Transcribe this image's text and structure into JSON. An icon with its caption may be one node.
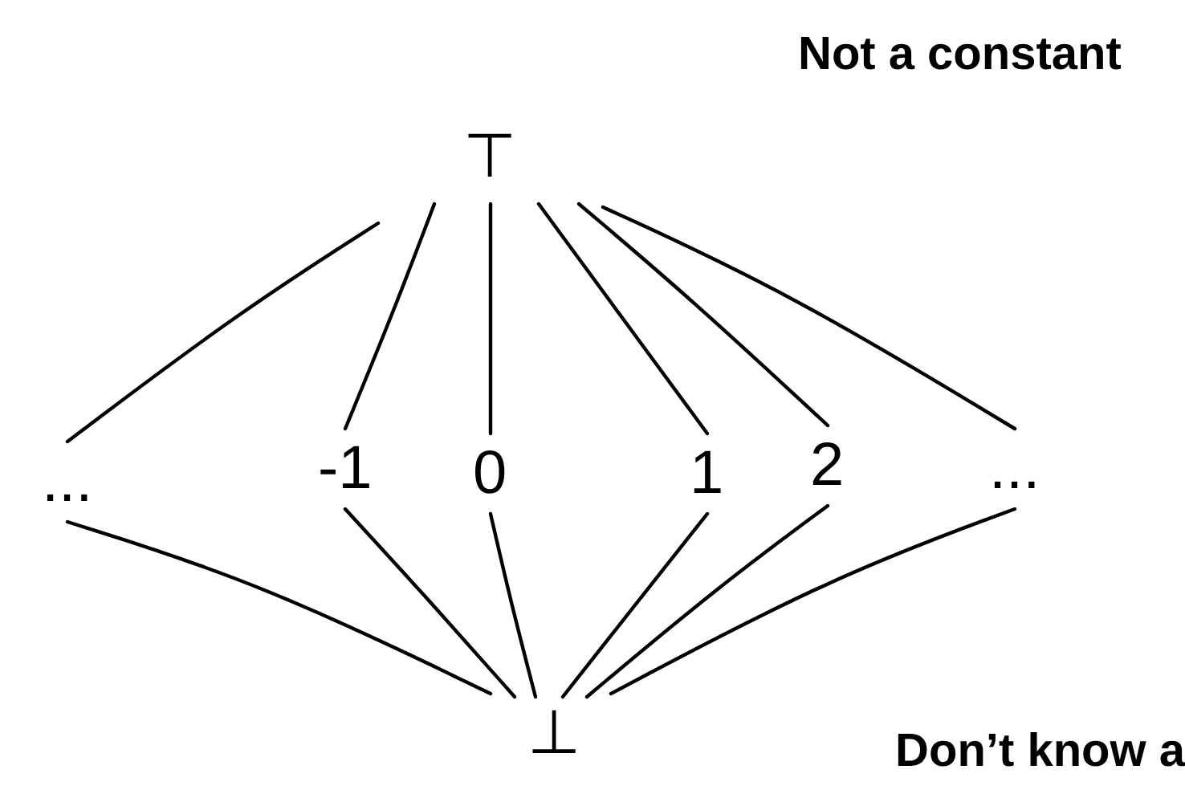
{
  "diagram": {
    "nodes": [
      {
        "text": [
          "⊤"
        ]
      },
      {
        "text": [
          "..."
        ]
      },
      {
        "text": [
          "-1"
        ]
      },
      {
        "text": [
          "0"
        ]
      },
      {
        "text": [
          "1"
        ]
      },
      {
        "text": [
          "2"
        ]
      },
      {
        "text": [
          "..."
        ]
      },
      {
        "text": [
          "⊥"
        ]
      }
    ],
    "edges": [
      {
        "from": 0,
        "to": 1,
        "arrow": "none"
      },
      {
        "from": 0,
        "to": 2,
        "arrow": "none"
      },
      {
        "from": 0,
        "to": 3,
        "arrow": "none"
      },
      {
        "from": 0,
        "to": 4,
        "arrow": "none"
      },
      {
        "from": 0,
        "to": 5,
        "arrow": "none"
      },
      {
        "from": 0,
        "to": 6,
        "arrow": "none"
      },
      {
        "from": 1,
        "to": 7,
        "arrow": "none"
      },
      {
        "from": 2,
        "to": 7,
        "arrow": "none"
      },
      {
        "from": 3,
        "to": 7,
        "arrow": "none"
      },
      {
        "from": 4,
        "to": 7,
        "arrow": "none"
      },
      {
        "from": 5,
        "to": 7,
        "arrow": "none"
      },
      {
        "from": 6,
        "to": 7,
        "arrow": "none"
      }
    ],
    "labels": [
      "Not a constant",
      "Don’t know a"
    ]
  }
}
